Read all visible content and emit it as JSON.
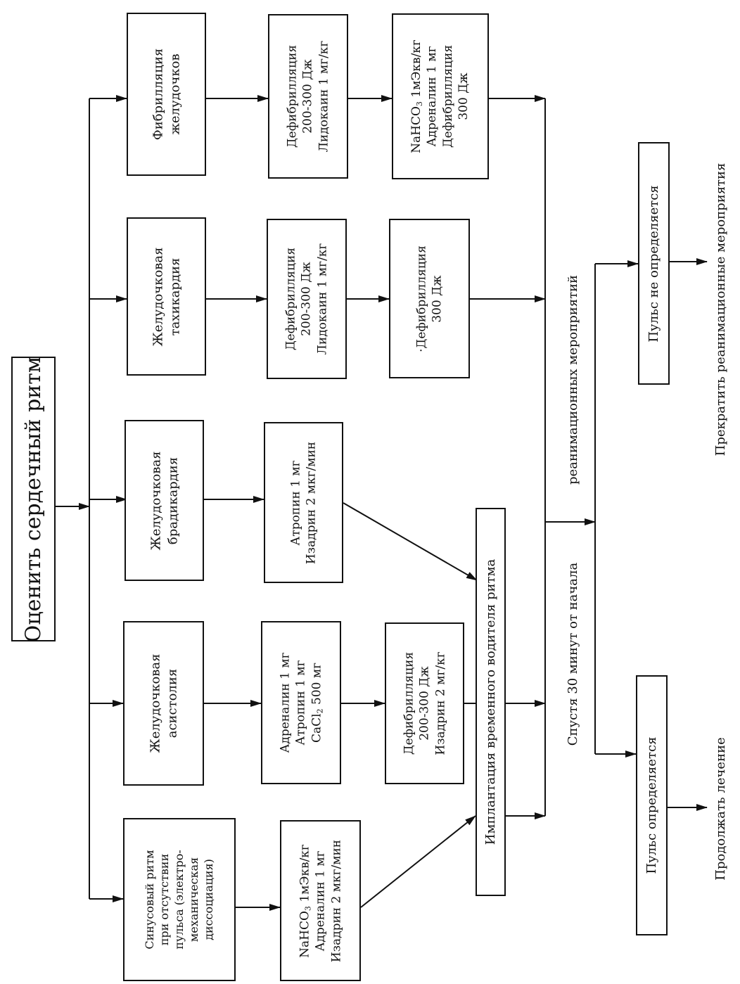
{
  "start": {
    "text": "Оценить сердечный ритм"
  },
  "columns": [
    {
      "title": [
        "Фибрилляция",
        "желудочков"
      ],
      "step1": [
        "Дефибрилляция",
        "200-300 Дж",
        "Лидокаин 1 мг/кг"
      ],
      "step2_line1_prefix": "NaHCO",
      "step2_line1_sub": "3",
      "step2_line1_suffix": " 1мЭкв/кг",
      "step2_rest": [
        "Адреналин 1 мг",
        "Дефибрилляция",
        "300 Дж"
      ]
    },
    {
      "title": [
        "Желудочковая",
        "тахикардия"
      ],
      "step1": [
        "Дефибрилляция",
        "200-300 Дж",
        "Лидокаин 1 мг/кг"
      ],
      "step2": [
        "·Дефибрилляция",
        "300 Дж"
      ]
    },
    {
      "title": [
        "Желудочковая",
        "брадикардия"
      ],
      "step1": [
        "Атропин 1 мг",
        "Изадрин 2 мкг/мин"
      ]
    },
    {
      "title": [
        "Желудочковая",
        "асистолия"
      ],
      "step1_lines": [
        "Адреналин 1 мг",
        "Атропин 1 мг"
      ],
      "step1_cacl_prefix": "CaCl",
      "step1_cacl_sub": "2",
      "step1_cacl_suffix": " 500 мг",
      "step2": [
        "Дефибрилляция",
        "200-300 Дж",
        "Изадрин 2 мг/кг"
      ]
    },
    {
      "title": [
        "Синусовый ритм",
        "при отсутствии",
        "пульса (электро-",
        "механическая",
        "диссоциация)"
      ],
      "step1_line1_prefix": "NaHCO",
      "step1_line1_sub": "3",
      "step1_line1_suffix": " 1мЭкв/кг",
      "step1_rest": [
        "Адреналин 1 мг",
        "Изадрин 2 мкг/мин"
      ]
    }
  ],
  "pacemaker": {
    "text": "Имплантация временного водителя ритма"
  },
  "time_note": {
    "line1": "Спустя 30 минут от начала",
    "line2": "реанимационных мероприятий"
  },
  "outcomes": {
    "no_pulse": "Пульс не определяется",
    "stop": "Прекратить реанимационные мероприятия",
    "pulse": "Пульс определяется",
    "continue": "Продолжать лечение"
  }
}
